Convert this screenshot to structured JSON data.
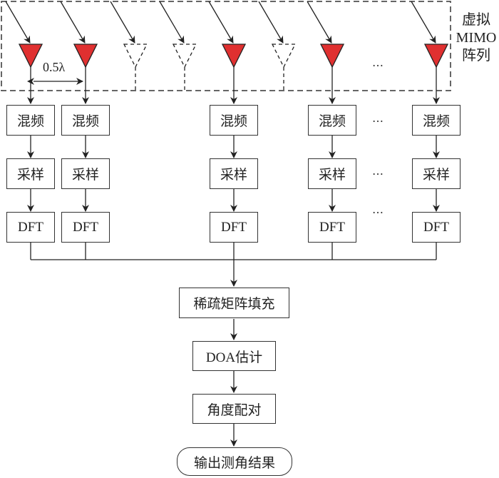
{
  "virtual_array_label": [
    "虚拟",
    "MIMO",
    "阵列"
  ],
  "spacing_label": "0.5λ",
  "ellipsis": "…",
  "antennas": [
    {
      "type": "real"
    },
    {
      "type": "real"
    },
    {
      "type": "virtual"
    },
    {
      "type": "virtual"
    },
    {
      "type": "real"
    },
    {
      "type": "virtual"
    },
    {
      "type": "real"
    },
    {
      "type": "ellipsis"
    },
    {
      "type": "real"
    }
  ],
  "channel_blocks": {
    "mixing": "混频",
    "sampling": "采样",
    "dft": "DFT"
  },
  "pipeline": {
    "sparse_fill": "稀疏矩阵填充",
    "doa": "DOA估计",
    "pairing": "角度配对",
    "output": "输出测角结果"
  },
  "colors": {
    "antenna_fill": "#e03030",
    "line": "#222222"
  }
}
